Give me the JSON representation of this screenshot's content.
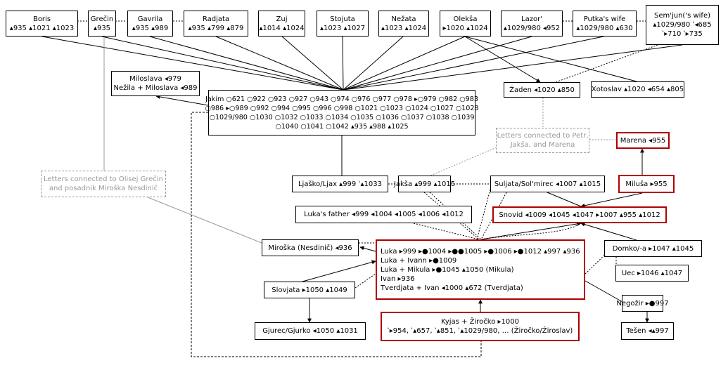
{
  "nodes": {
    "boris": [
      "Boris",
      "▴935 ▴1021 ▴1023"
    ],
    "grecin": [
      "Grečin",
      "▴935"
    ],
    "gavrila": [
      "Gavrila",
      "▴935 ▴989"
    ],
    "radjata": [
      "Radjata",
      "▴935 ▴799 ▴879"
    ],
    "zuj": [
      "Zuj",
      "▴1014 ▴1024"
    ],
    "stojuta": [
      "Stojuta",
      "▴1023 ▴1027"
    ],
    "nezata": [
      "Nežata",
      "▴1023 ▴1024"
    ],
    "oleksa": [
      "Olekša",
      "▸1020 ▴1024"
    ],
    "lazor": [
      "Lazor'",
      "▴1029/980 ◂952"
    ],
    "putkas_wife": [
      "Putka's wife",
      "▴1029/980 ▴630"
    ],
    "semjuns_wife": [
      "Sem'jun('s wife)",
      "▴1029/980 ʾ◂685",
      "ʾ▸710 ʾ▸735"
    ],
    "miloslava": [
      "Miloslava ◂979",
      "Nežila + Miloslava ◂989"
    ],
    "jakim": [
      "Jakim ○621 ○922 ○923 ○927 ○943 ○974 ○976 ○977 ○978 ▸○979 ○982 ○983",
      "○986 ▸○989 ○992 ○994 ○995 ○996 ○998 ○1021 ○1023 ○1024 ○1027 ○1028",
      "○1029/980 ○1030 ○1032 ○1033 ○1034 ○1035 ○1036 ○1037 ○1038 ○1039",
      "○1040 ○1041 ○1042 ▴935 ▴988 ▴1025"
    ],
    "zaden": [
      "Žaden ◂1020 ▴850"
    ],
    "xotoslav": [
      "Xotoslav ▴1020 ◂654 ▴805"
    ],
    "letters_petr": [
      "Letters connected to Petr,",
      "Jakša, and Marena"
    ],
    "marena": [
      "Marena ◂955"
    ],
    "letters_olisej": [
      "Letters connected to Olisej Grečin",
      "and posadnik Miroška Nesdinič"
    ],
    "ljasko": [
      "Ljaško/Ljax ▴999 ʾ▴1033"
    ],
    "jaksa": [
      "Jakša ▴999 ▴1015"
    ],
    "suljata": [
      "Suljata/Sol'mirec ◂1007 ▴1015"
    ],
    "milusa": [
      "Miluša ▸955"
    ],
    "lukas_father": [
      "Luka's father ◂999 ◂1004 ◂1005 ◂1006 ◂1012"
    ],
    "snovid": [
      "Snovid ◂1009 ◂1045 ◂1047 ▸1007 ▴955 ▴1012"
    ],
    "miroska": [
      "Miroška (Nesdinič) ◂936"
    ],
    "luka": [
      "Luka ▸999 ▸●1004 ▸●●1005 ▸●1006 ▸●1012 ▴997 ▴936",
      "Luka + Ivann ▸●1009",
      "Luka + Mikula ▸●1045 ▴1050 (Mikula)",
      "Ivan ▸936",
      "Tverdjata + Ivan ◂1000 ▴672 (Tverdjata)"
    ],
    "domko": [
      "Domko/-a ▸1047 ▴1045"
    ],
    "uec": [
      "Uec ▸1046 ▴1047"
    ],
    "slovjata": [
      "Slovjata ▸1050 ▴1049"
    ],
    "negozir": [
      "Negožir ▸●997"
    ],
    "kyjas": [
      "Kyjas + Žiročko ▸1000",
      "ʾ▸954, ʾ▴657, ʾ▴851, ʾ▴1029/980, … (Žiročko/Žiroslav)"
    ],
    "gjurec": [
      "Gjurec/Gjurko ◂1050 ▴1031"
    ],
    "tesen": [
      "Tešen ◂▴997"
    ]
  },
  "colors": {
    "red_border": "#b00000",
    "grey_text": "#9a9a9a",
    "line": "#000000"
  }
}
